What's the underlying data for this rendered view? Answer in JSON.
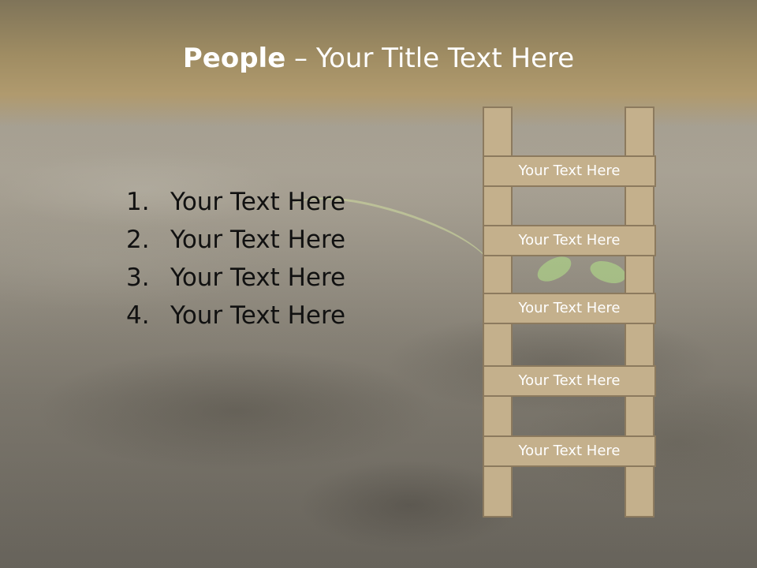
{
  "slide": {
    "title_bold": "People",
    "title_rest": " – Your Title Text Here"
  },
  "list": {
    "items": [
      {
        "number": "1.",
        "text": "Your Text Here"
      },
      {
        "number": "2.",
        "text": "Your Text Here"
      },
      {
        "number": "3.",
        "text": "Your Text Here"
      },
      {
        "number": "4.",
        "text": "Your Text Here"
      }
    ]
  },
  "ladder": {
    "rungs": [
      "Your Text Here",
      "Your Text Here",
      "Your Text Here",
      "Your Text Here",
      "Your Text Here"
    ]
  },
  "colors": {
    "title_band": "#a08d63",
    "ladder_fill": "#c4b08c",
    "ladder_border": "#8c7a5e",
    "title_text": "#ffffff",
    "body_text": "#111111"
  }
}
